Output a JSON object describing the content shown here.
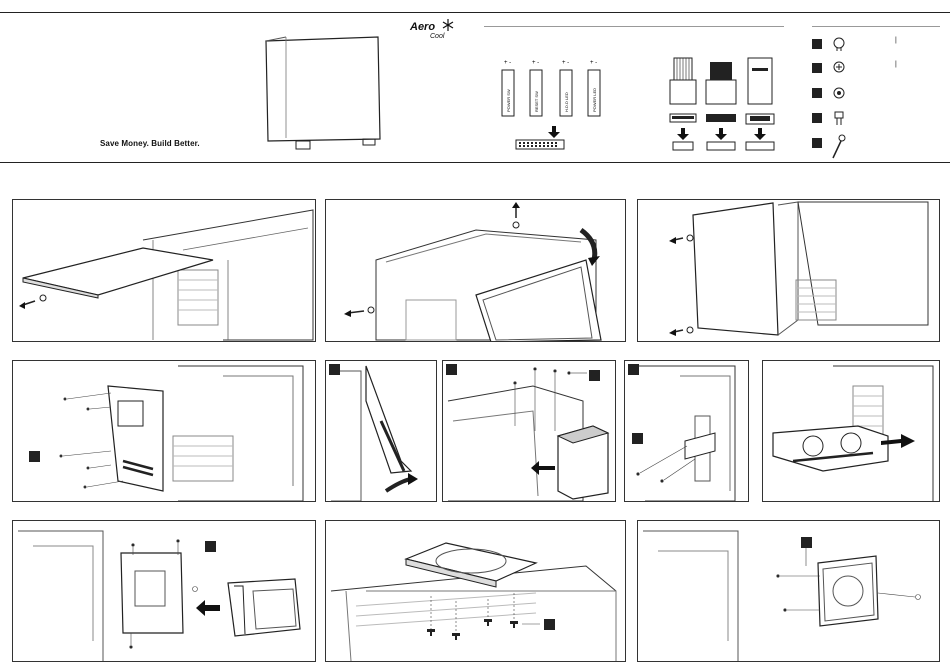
{
  "header": {
    "slogan": "Save Money. Build Better.",
    "brand_top": "Aero",
    "brand_bottom": "Cool"
  },
  "connectors": {
    "pins": [
      "+ -",
      "+ -",
      "+ -",
      "+ -"
    ],
    "labels": [
      "POWER SW",
      "RESET SW",
      "H.D.D LED",
      "POWER LED"
    ]
  },
  "accessories": [
    {
      "icon": "screw-icon",
      "qty": "|"
    },
    {
      "icon": "screw-icon",
      "qty": "|"
    },
    {
      "icon": "standoff-icon",
      "qty": ""
    },
    {
      "icon": "screw-icon",
      "qty": ""
    },
    {
      "icon": "cable-tie-icon",
      "qty": ""
    }
  ],
  "panels": [
    {
      "id": "remove-top-panel",
      "step_marker": false
    },
    {
      "id": "remove-glass-panel",
      "step_marker": false
    },
    {
      "id": "remove-side-panel",
      "step_marker": false
    },
    {
      "id": "install-motherboard",
      "step_marker": true
    },
    {
      "id": "remove-front-panel",
      "step_marker": true
    },
    {
      "id": "install-psu",
      "step_marker": true
    },
    {
      "id": "install-expansion-bracket",
      "step_marker": true
    },
    {
      "id": "install-graphics-card",
      "step_marker": false
    },
    {
      "id": "install-hdd-bracket",
      "step_marker": true
    },
    {
      "id": "install-hdd-bottom",
      "step_marker": true
    },
    {
      "id": "install-ssd-bracket",
      "step_marker": true
    }
  ]
}
